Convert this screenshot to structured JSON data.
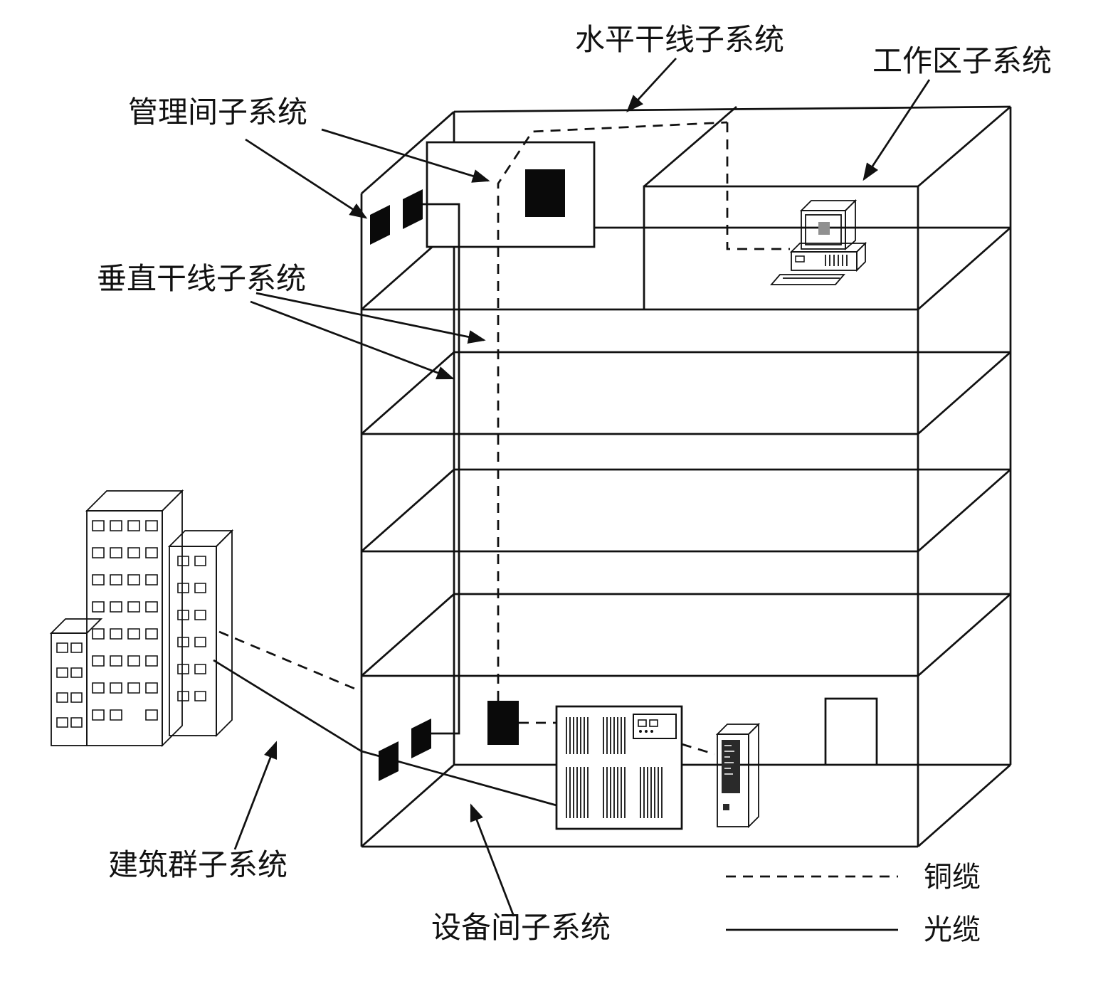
{
  "diagram": {
    "labels": {
      "management_room": "管理间子系统",
      "horizontal_backbone": "水平干线子系统",
      "work_area": "工作区子系统",
      "vertical_backbone": "垂直干线子系统",
      "campus": "建筑群子系统",
      "equipment_room": "设备间子系统"
    },
    "legend": {
      "copper_label": "铜缆",
      "fiber_label": "光缆"
    },
    "icons": {
      "neighbor_building": "building-icon",
      "computer": "desktop-computer-icon",
      "rack": "distribution-rack-icon",
      "server": "server-tower-icon",
      "wall_panels": "patch-panel-icon",
      "cabinet": "wiring-cabinet-icon"
    },
    "line_styles": {
      "copper_cable": "dashed",
      "fiber_cable": "solid"
    },
    "colors": {
      "line": "#111111",
      "building_front": "#c8c8c8",
      "building_top": "#e2e2e2",
      "building_side": "#9c9c9c",
      "panel_black": "#0a0a0a",
      "background": "#ffffff"
    }
  }
}
